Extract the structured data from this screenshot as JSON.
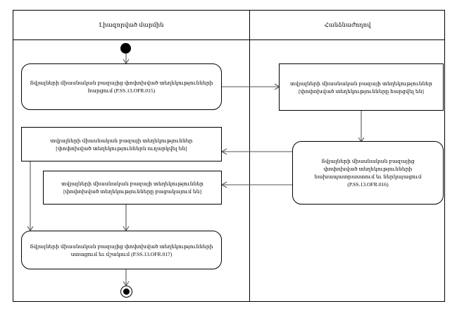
{
  "diagram": {
    "type": "uml-activity-swimlane",
    "lanes": [
      {
        "id": "left",
        "title": "Լիազորված մարմին"
      },
      {
        "id": "right",
        "title": "Հանձնաժողով"
      }
    ],
    "nodes": [
      {
        "id": "start",
        "kind": "initial-node",
        "lane": "left",
        "label": ""
      },
      {
        "id": "a1",
        "kind": "action",
        "shape": "rounded",
        "lane": "left",
        "line1": "Տվյալների միասնական բազայից փոփոխված տեղեկությունների",
        "line2": "հարցում (P.SS.13.OFR.015)",
        "code": "P.SS.13.OFR.015"
      },
      {
        "id": "o1",
        "kind": "object",
        "shape": "rectangle",
        "lane": "right",
        "line1": "տվյալների միասնական բազայի տեղեկություններ",
        "line2": "[փոփոխված տեղեկությունները հարցվել են]",
        "guard": "[փոփոխված տեղեկությունները հարցվել են]"
      },
      {
        "id": "a2",
        "kind": "action",
        "shape": "rounded",
        "lane": "right",
        "line1": "Տվյալների միասնական բազայից",
        "line2": "փոփոխված տեղեկությունների",
        "line3": "նախապատրաստում եւ ներկայացում",
        "line4": "(P.SS.13.OFR.016)",
        "code": "P.SS.13.OFR.016"
      },
      {
        "id": "o2",
        "kind": "object",
        "shape": "rectangle",
        "lane": "left",
        "line1": "տվյալների միասնական բազայի տեղեկություններ",
        "line2": "[փոփոխված տեղեկություններն ուղարկվել են]",
        "guard": "[փոփոխված տեղեկություններն ուղարկվել են]"
      },
      {
        "id": "o3",
        "kind": "object",
        "shape": "rectangle",
        "lane": "left",
        "line1": "տվյալների միասնական բազայի տեղեկություններ",
        "line2": "[փոփոխված տեղեկությունները բացակայում են]",
        "guard": "[փոփոխված տեղեկությունները բացակայում են]"
      },
      {
        "id": "a3",
        "kind": "action",
        "shape": "rounded",
        "lane": "left",
        "line1": "Տվյալների միասնական բազայից փոփոխված տեղեկությունների",
        "line2": "ստացում եւ մշակում (P.SS.13.OFR.017)",
        "code": "P.SS.13.OFR.017"
      },
      {
        "id": "end",
        "kind": "final-node",
        "lane": "left",
        "label": ""
      }
    ],
    "edges": [
      {
        "from": "start",
        "to": "a1",
        "direction": "down"
      },
      {
        "from": "a1",
        "to": "o1",
        "direction": "right"
      },
      {
        "from": "o1",
        "to": "a2",
        "direction": "down"
      },
      {
        "from": "a2",
        "to": "o2",
        "direction": "left"
      },
      {
        "from": "a2",
        "to": "o3",
        "direction": "left"
      },
      {
        "from": "o2",
        "to": "a3",
        "direction": "down"
      },
      {
        "from": "o3",
        "to": "a3",
        "direction": "down"
      },
      {
        "from": "a3",
        "to": "end",
        "direction": "down"
      }
    ],
    "colors": {
      "stroke": "#000000",
      "connector": "#555555",
      "background": "#ffffff"
    }
  }
}
